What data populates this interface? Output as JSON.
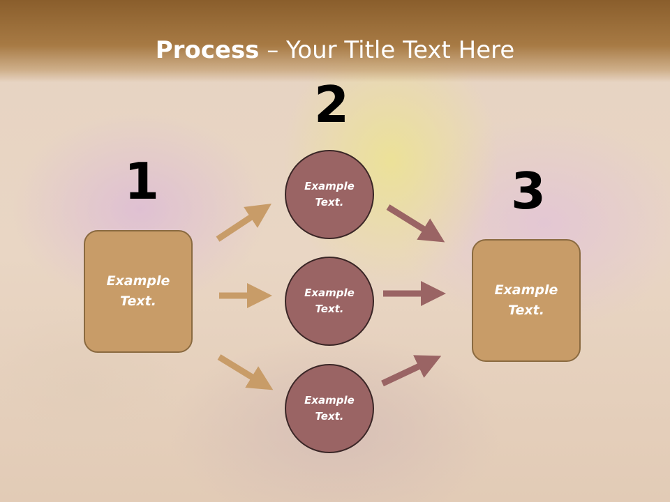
{
  "title": {
    "bold": "Process",
    "rest": " – Your Title Text Here"
  },
  "steps": [
    {
      "number": "1",
      "text": "Example Text."
    },
    {
      "number": "2",
      "text": ""
    },
    {
      "number": "3",
      "text": "Example Text."
    }
  ],
  "circles": [
    {
      "text": "Example Text."
    },
    {
      "text": "Example Text."
    },
    {
      "text": "Example Text."
    }
  ],
  "colors": {
    "title_bar": "#8a5e2c",
    "box_fill": "#c89c68",
    "circle_fill": "#9a6464",
    "arrow_left": "#c89c68",
    "arrow_right": "#9a6464"
  }
}
